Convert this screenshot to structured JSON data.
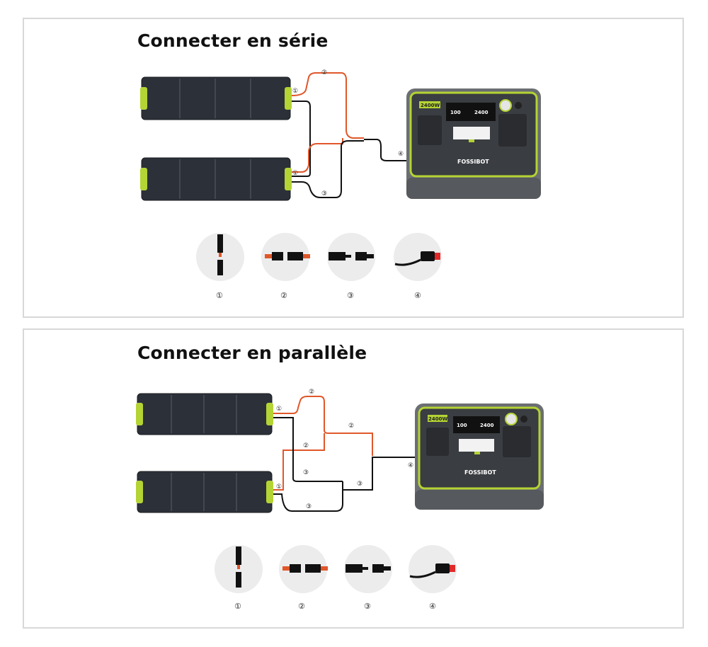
{
  "series": {
    "title": "Connecter en série",
    "marker_1": "①",
    "marker_2": "②",
    "marker_3": "③",
    "marker_4": "④",
    "legend": [
      "①",
      "②",
      "③",
      "④"
    ]
  },
  "parallel": {
    "title": "Connecter en parallèle",
    "marker_1": "①",
    "marker_2": "②",
    "marker_3": "③",
    "marker_4": "④",
    "legend": [
      "①",
      "②",
      "③",
      "④"
    ]
  },
  "station": {
    "capacity_badge": "2400W",
    "screen_left": "100",
    "screen_right": "2400",
    "brand": "FOSSIBOT"
  },
  "colors": {
    "accent": "#b4d334",
    "cable_red": "#e0572a",
    "cable_black": "#111111",
    "panel_dark": "#2c3038",
    "station_gray": "#6b6e72"
  }
}
